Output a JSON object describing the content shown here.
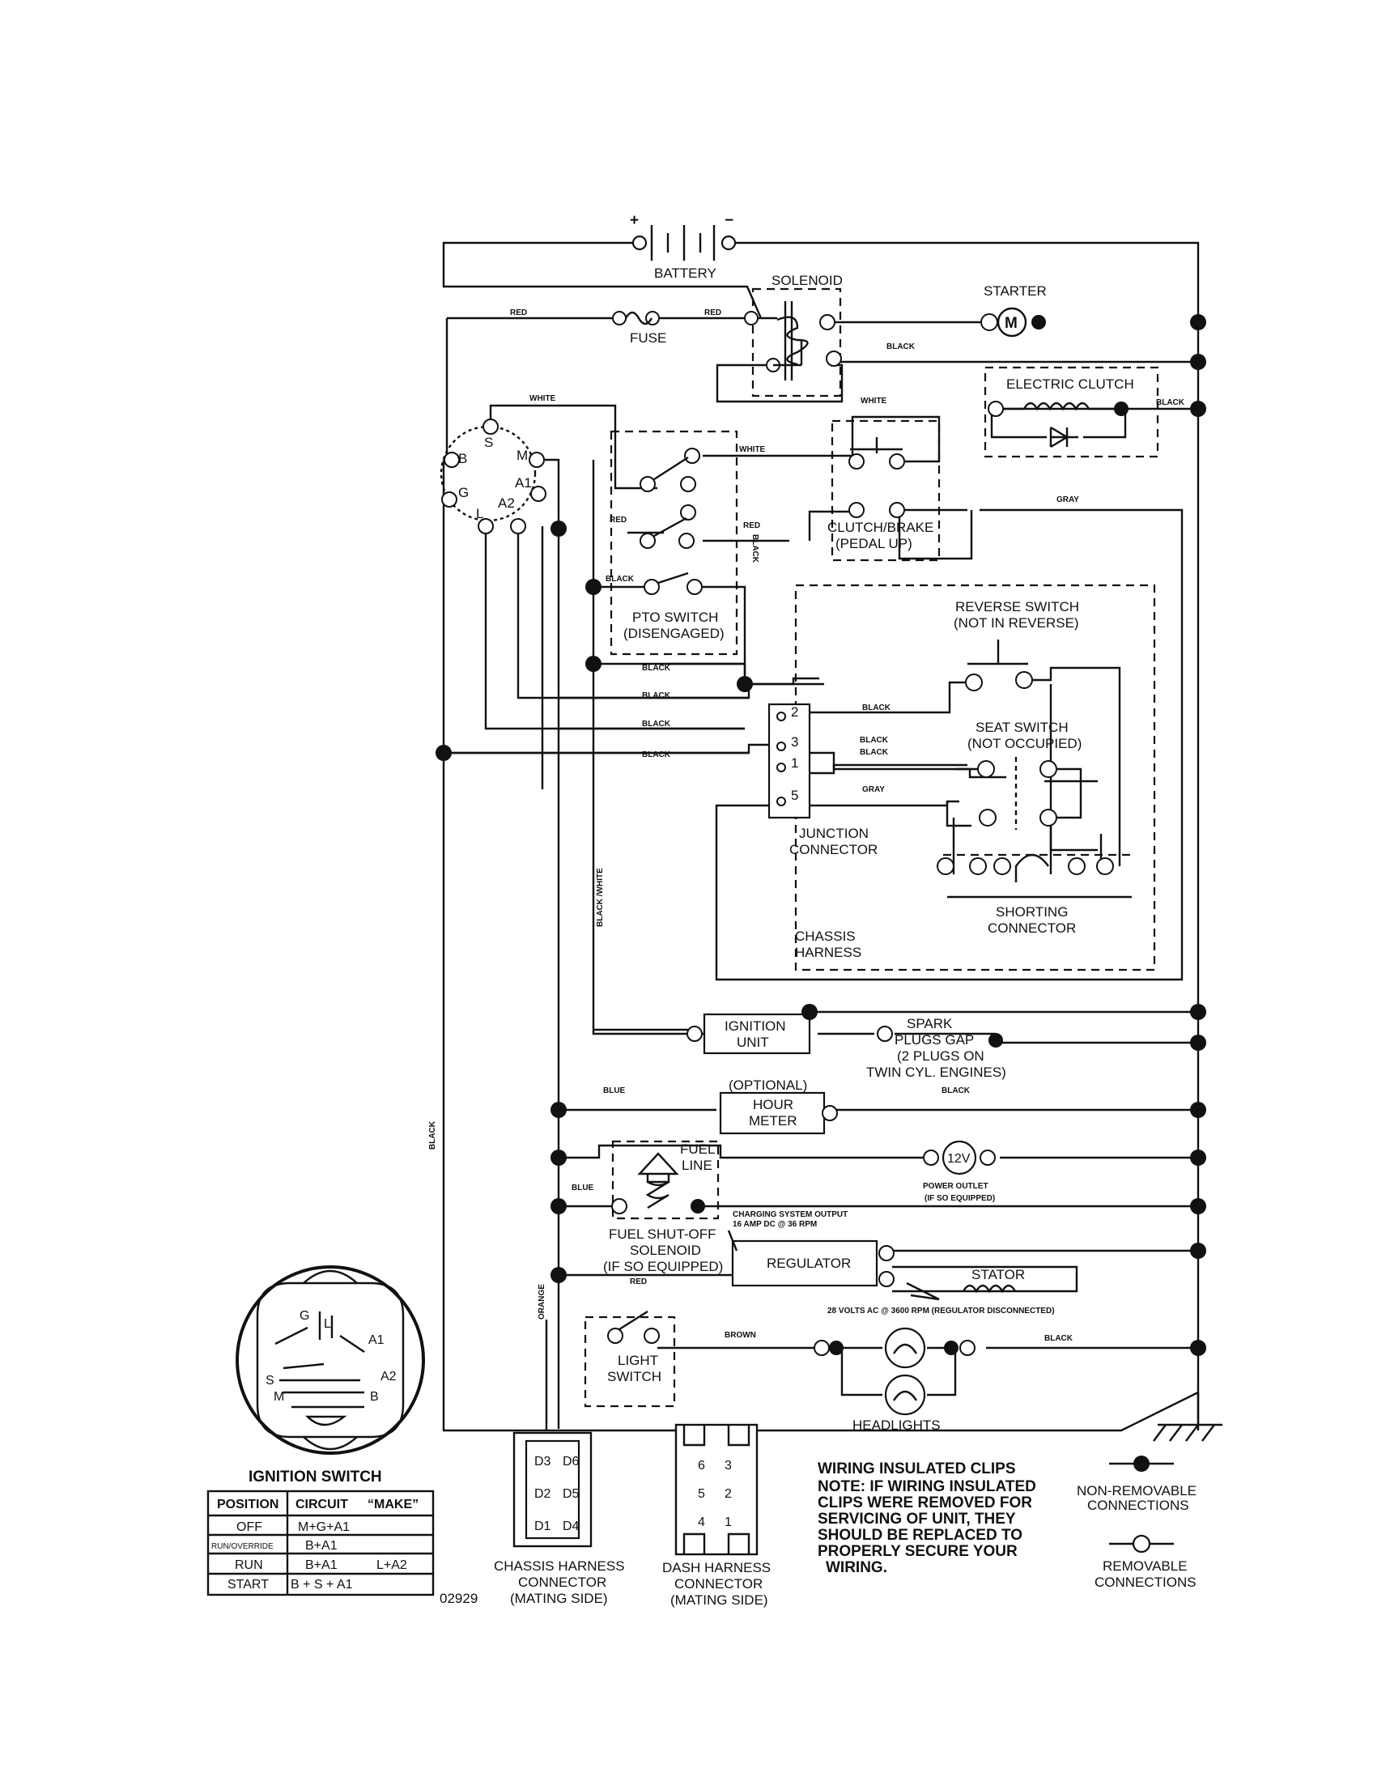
{
  "components": {
    "battery": "BATTERY",
    "battery_plus": "+",
    "battery_minus": "−",
    "solenoid": "SOLENOID",
    "starter": "STARTER",
    "motor_letter": "M",
    "fuse": "FUSE",
    "electric_clutch": "ELECTRIC CLUTCH",
    "clutch_brake": [
      "CLUTCH/BRAKE",
      "(PEDAL UP)"
    ],
    "pto_switch": [
      "PTO SWITCH",
      "(DISENGAGED)"
    ],
    "reverse_switch": [
      "REVERSE SWITCH",
      "(NOT IN REVERSE)"
    ],
    "seat_switch": [
      "SEAT SWITCH",
      "(NOT OCCUPIED)"
    ],
    "junction_connector": [
      "JUNCTION",
      "CONNECTOR"
    ],
    "junction_pins": [
      "2",
      "3",
      "1",
      "5"
    ],
    "shorting_connector": [
      "SHORTING",
      "CONNECTOR"
    ],
    "chassis_harness": [
      "CHASSIS",
      "HARNESS"
    ],
    "ignition_unit": [
      "IGNITION",
      "UNIT"
    ],
    "spark_plugs": [
      "SPARK",
      "PLUGS GAP",
      "(2 PLUGS ON",
      "TWIN CYL. ENGINES)"
    ],
    "optional": "(OPTIONAL)",
    "hour_meter": [
      "HOUR",
      "METER"
    ],
    "fuel_line": [
      "FUEL",
      "LINE"
    ],
    "outlet_12v": "12V",
    "power_outlet": [
      "POWER OUTLET",
      "(IF SO EQUIPPED)"
    ],
    "fuel_shutoff": [
      "FUEL SHUT-OFF",
      "SOLENOID",
      "(IF SO EQUIPPED)"
    ],
    "charging_output": [
      "CHARGING SYSTEM OUTPUT",
      "16 AMP DC @ 36 RPM"
    ],
    "regulator": "REGULATOR",
    "stator": "STATOR",
    "stator_note": "28 VOLTS AC @ 3600 RPM (REGULATOR DISCONNECTED)",
    "light_switch": [
      "LIGHT",
      "SWITCH"
    ],
    "headlights": "HEADLIGHTS"
  },
  "ignition_terminals": [
    "S",
    "M",
    "B",
    "A1",
    "G",
    "L",
    "A2"
  ],
  "wire_labels": {
    "red": "RED",
    "black": "BLACK",
    "white": "WHITE",
    "gray": "GRAY",
    "blue": "BLUE",
    "brown": "BROWN",
    "orange": "ORANGE",
    "black_white": "BLACK /WHITE"
  },
  "ignition_switch": {
    "title": "IGNITION SWITCH",
    "face_labels": [
      "G",
      "L",
      "A1",
      "S",
      "A2",
      "M",
      "B"
    ],
    "headers": [
      "POSITION",
      "CIRCUIT",
      "“MAKE”"
    ],
    "rows": [
      {
        "position": "OFF",
        "circuit": "M+G+A1",
        "extra": ""
      },
      {
        "position": "RUN/OVERRIDE",
        "circuit": "B+A1",
        "extra": ""
      },
      {
        "position": "RUN",
        "circuit": "B+A1",
        "extra": "L+A2"
      },
      {
        "position": "START",
        "circuit": "B + S + A1",
        "extra": ""
      }
    ],
    "diagram_number": "02929"
  },
  "connectors": {
    "chassis": {
      "pins": [
        "D3",
        "D6",
        "D2",
        "D5",
        "D1",
        "D4"
      ],
      "caption": [
        "CHASSIS HARNESS",
        "CONNECTOR",
        "(MATING SIDE)"
      ]
    },
    "dash": {
      "pins": [
        "6",
        "3",
        "5",
        "2",
        "4",
        "1"
      ],
      "caption": [
        "DASH HARNESS",
        "CONNECTOR",
        "(MATING SIDE)"
      ]
    }
  },
  "notes": {
    "title": "WIRING INSULATED CLIPS",
    "lines": [
      "NOTE: IF WIRING INSULATED",
      "CLIPS WERE REMOVED FOR",
      "SERVICING OF UNIT, THEY",
      "SHOULD BE REPLACED TO",
      "PROPERLY SECURE YOUR",
      "WIRING."
    ]
  },
  "legend": {
    "non_removable": [
      "NON-REMOVABLE",
      "CONNECTIONS"
    ],
    "removable": [
      "REMOVABLE",
      "CONNECTIONS"
    ]
  }
}
